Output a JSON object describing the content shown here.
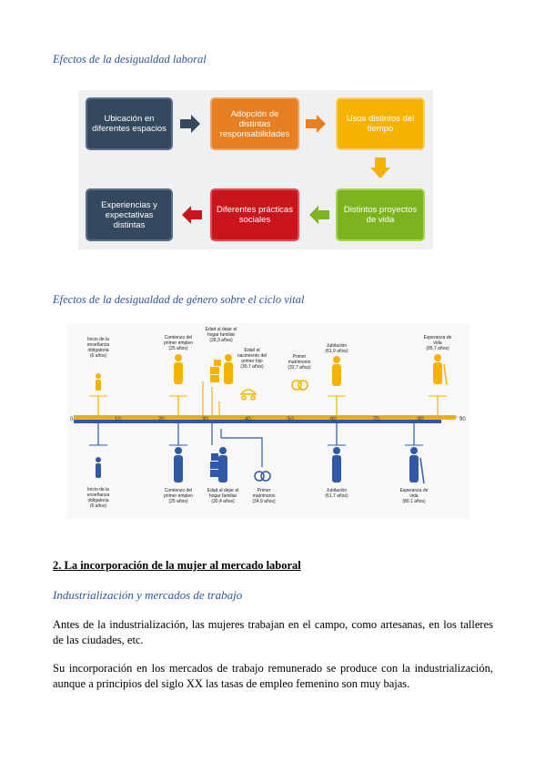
{
  "caption1": "Efectos de la desigualdad laboral",
  "flow": {
    "b1": "Ubicación en diferentes espacios",
    "b2": "Adopción de distintas responsabilidades",
    "b3": "Usos distintos del tiempo",
    "b4": "Distintos proyectos de vida",
    "b5": "Diferentes prácticas sociales",
    "b6": "Experiencias y expectativas distintas",
    "colors": {
      "dark": "#34495e",
      "orange": "#e67e22",
      "yellow": "#f5b300",
      "green": "#7cb31f",
      "red": "#c9161d"
    }
  },
  "caption2": "Efectos de la desigualdad de género sobre el ciclo vital",
  "timeline": {
    "ticks": [
      "0",
      "10",
      "20",
      "30",
      "40",
      "50",
      "60",
      "70",
      "80",
      "90"
    ],
    "women": [
      {
        "label": "Inicio de la enseñanza obligatoria",
        "value": "(6 años)"
      },
      {
        "label": "Comienzo del primer empleo",
        "value": "(25 años)"
      },
      {
        "label": "Edad al dejar el hogar familiar",
        "value": "(28,3 años)"
      },
      {
        "label": "Edad al nacimiento del primer hijo",
        "value": "(30,7 años)"
      },
      {
        "label": "Primer matrimonio",
        "value": "(32,7 años)"
      },
      {
        "label": "Jubilación",
        "value": "(61,9 años)"
      },
      {
        "label": "Esperanza de vida",
        "value": "(85,7 años)"
      }
    ],
    "men": [
      {
        "label": "Inicio de la enseñanza obligatoria",
        "value": "(6 años)"
      },
      {
        "label": "Comienzo del primer empleo",
        "value": "(25 años)"
      },
      {
        "label": "Edad al dejar el hogar familiar",
        "value": "(30,4 años)"
      },
      {
        "label": "Primer matrimonio",
        "value": "(34,9 años)"
      },
      {
        "label": "Jubilación",
        "value": "(61,7 años)"
      },
      {
        "label": "Esperanza de vida",
        "value": "(80,1 años)"
      }
    ]
  },
  "section_heading": "2. La incorporación de la mujer al mercado laboral",
  "subheading": "Industrialización y mercados de trabajo",
  "para1": "Antes de la industrialización, las mujeres trabajan en el campo, como artesanas, en los talleres de las ciudades, etc.",
  "para2": "Su incorporación en los mercados de trabajo remunerado se produce con la industrialización, aunque a principios del siglo XX las tasas de empleo femenino son muy bajas."
}
